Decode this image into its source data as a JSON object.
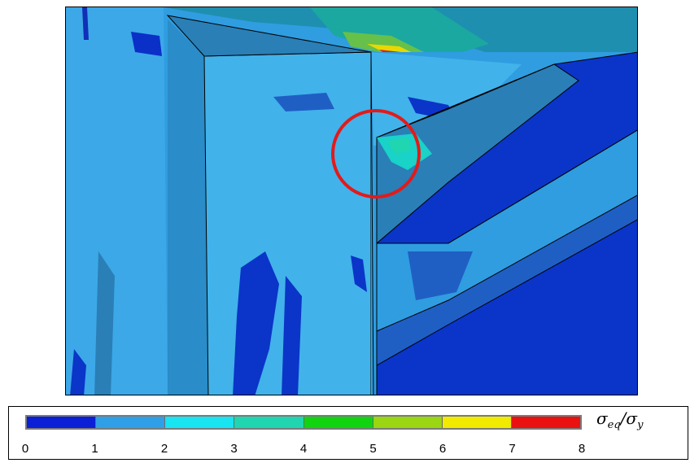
{
  "figure": {
    "colors": {
      "background": "#2f9de0",
      "light_blue": "#42b2ea",
      "shade": "#2a7fb6",
      "dark_blue": "#0a35c8",
      "mid_blue": "#1f5fc4",
      "outline": "#000000",
      "highlight_circle": "#e31a1a"
    }
  },
  "legend": {
    "title_main": "σ",
    "title_sub1": "eq",
    "title_slash": "/σ",
    "title_sub2": "y",
    "segment_colors": [
      "#0a1fd6",
      "#2fa0e8",
      "#19e4f2",
      "#1fd6b0",
      "#11d411",
      "#9ad611",
      "#f2ea00",
      "#ea1111"
    ],
    "ticks": [
      "0",
      "1",
      "2",
      "3",
      "4",
      "5",
      "6",
      "7",
      "8"
    ]
  }
}
